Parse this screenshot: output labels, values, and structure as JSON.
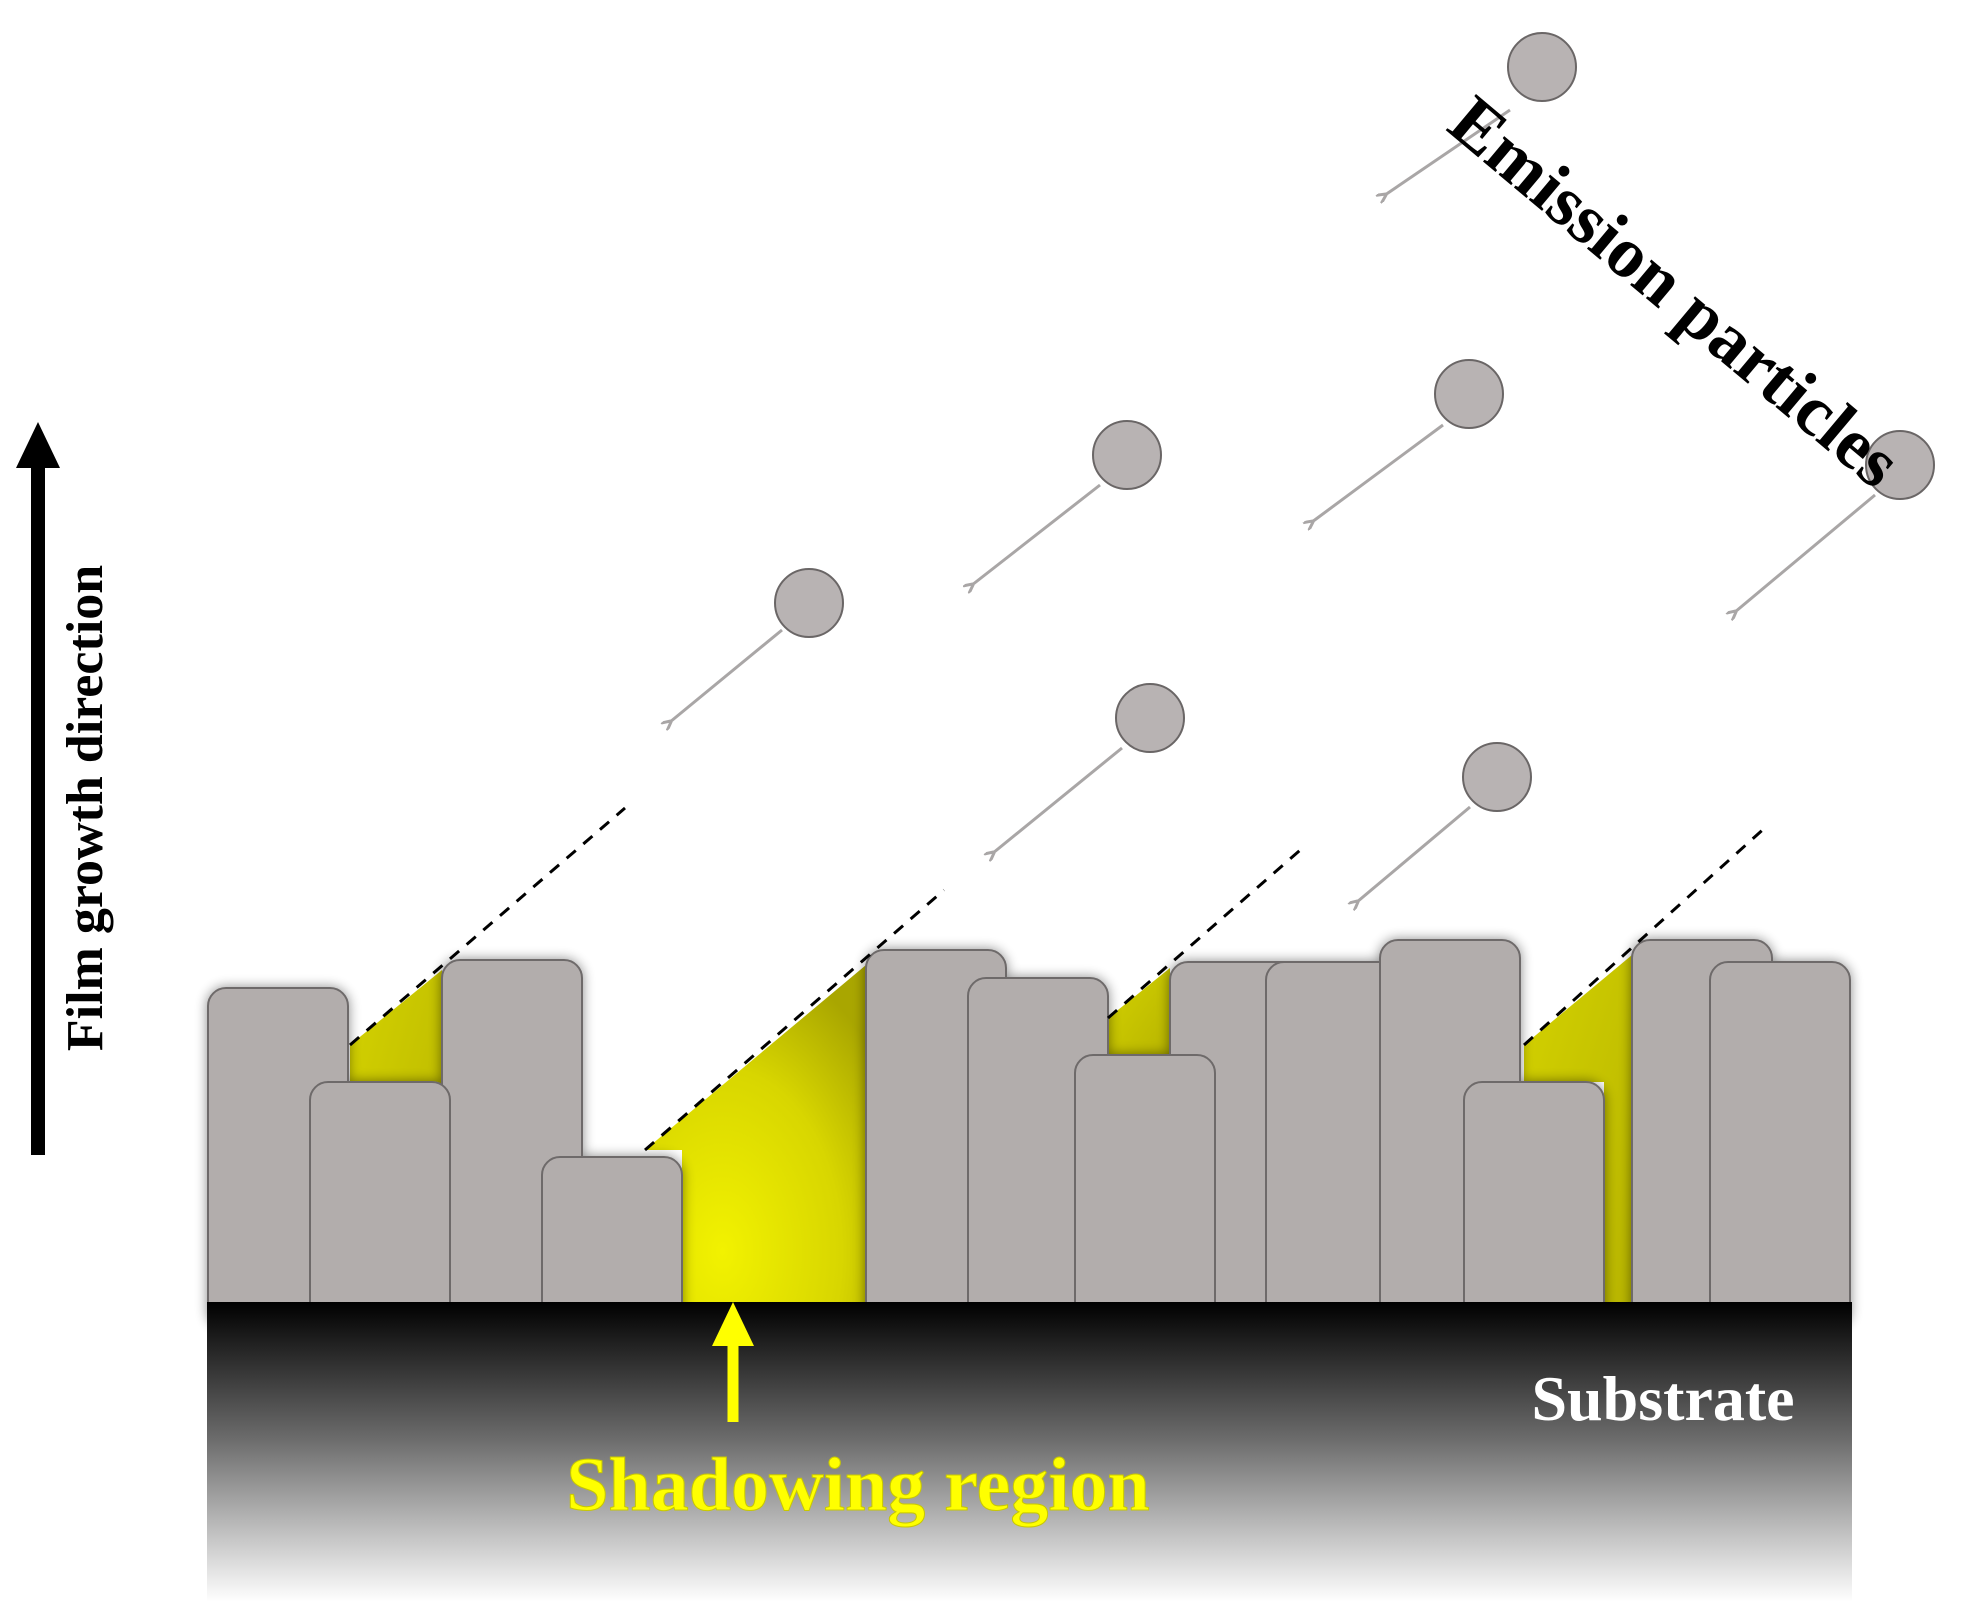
{
  "labels": {
    "film_growth_direction": "Film growth direction",
    "emission_particles": "Emission particles",
    "substrate": "Substrate",
    "shadowing_region": "Shadowing region"
  },
  "colors": {
    "column_fill": "#b2adac",
    "column_stroke": "#6e6a6a",
    "particle_fill": "#b8b3b3",
    "particle_arrow": "#a9a6a6",
    "shadow_yellow": "#e6e600",
    "shadow_label": "#ffff00",
    "substrate_top": "#000000",
    "text_dark": "#000000",
    "text_light": "#ffffff"
  },
  "icons": {
    "growth_arrow": "arrow-up-icon",
    "shadow_arrow": "arrow-up-icon",
    "particle": "circle-icon"
  }
}
